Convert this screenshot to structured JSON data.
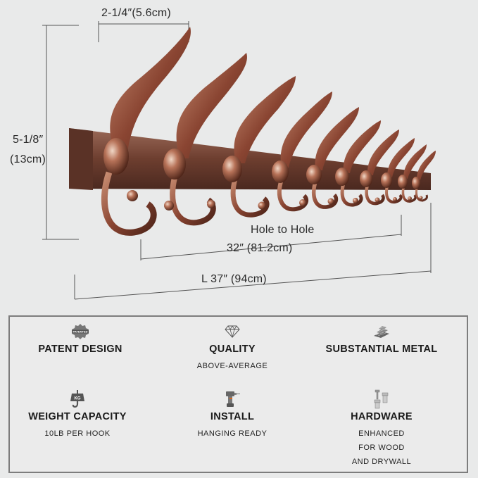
{
  "dimensions": {
    "hook_width": "2-1/4″(5.6cm)",
    "height_line1": "5-1/8″",
    "height_line2": "(13cm)",
    "hole_to_hole_label": "Hole to Hole",
    "hole_to_hole_value": "32″ (81.2cm)",
    "length": "L 37″ (94cm)"
  },
  "product": {
    "hook_count": 10,
    "finish_color": "#8a4a35",
    "rail_color": "#7a4a3a"
  },
  "features": [
    {
      "icon": "patent-badge-icon",
      "title": "PATENT DESIGN",
      "sub": ""
    },
    {
      "icon": "diamond-icon",
      "title": "QUALITY",
      "sub": "ABOVE-AVERAGE"
    },
    {
      "icon": "metal-bars-icon",
      "title": "SUBSTANTIAL METAL",
      "sub": ""
    },
    {
      "icon": "weight-hook-icon",
      "title": "WEIGHT CAPACITY",
      "sub": "10LB PER HOOK"
    },
    {
      "icon": "drill-icon",
      "title": "INSTALL",
      "sub": "HANGING READY"
    },
    {
      "icon": "screws-anchors-icon",
      "title": "HARDWARE",
      "sub": "ENHANCED\nFOR WOOD\nAND DRYWALL"
    }
  ]
}
